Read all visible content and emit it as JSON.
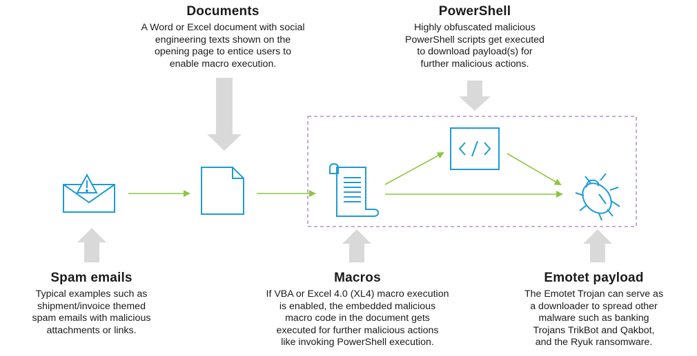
{
  "documents": {
    "title": "Documents",
    "description": "A Word or Excel document with social\nengineering texts shown on the\nopening page to entice users to\nenable macro execution."
  },
  "powershell": {
    "title": "PowerShell",
    "description": "Highly obfuscated malicious\nPowerShell scripts get executed\nto download payload(s) for\nfurther malicious actions."
  },
  "spam_emails": {
    "title": "Spam emails",
    "description": "Typical examples such as\nshipment/invoice themed\nspam emails with malicious\nattachments or links."
  },
  "macros": {
    "title": "Macros",
    "description": "If VBA or Excel 4.0 (XL4) macro execution\nis enabled, the embedded malicious\nmacro code in the document gets\nexecuted for further malicious actions\nlike invoking PowerShell execution."
  },
  "emotet_payload": {
    "title": "Emotet payload",
    "description": "The Emotet Trojan can serve as\na downloader to spread other\nmalware such as banking\nTrojans TrikBot and Qakbot,\nand the Ryuk ransomware."
  },
  "icons": {
    "email": "email-warning-icon",
    "document": "document-icon",
    "macro": "scroll-icon",
    "script": "code-icon",
    "payload": "bug-icon"
  },
  "colors": {
    "icon_blue": "#1d9bd6",
    "flow_green": "#8cc63f",
    "big_arrow_gray": "#d9d9d9",
    "dashed_box": "#a07cc5"
  }
}
